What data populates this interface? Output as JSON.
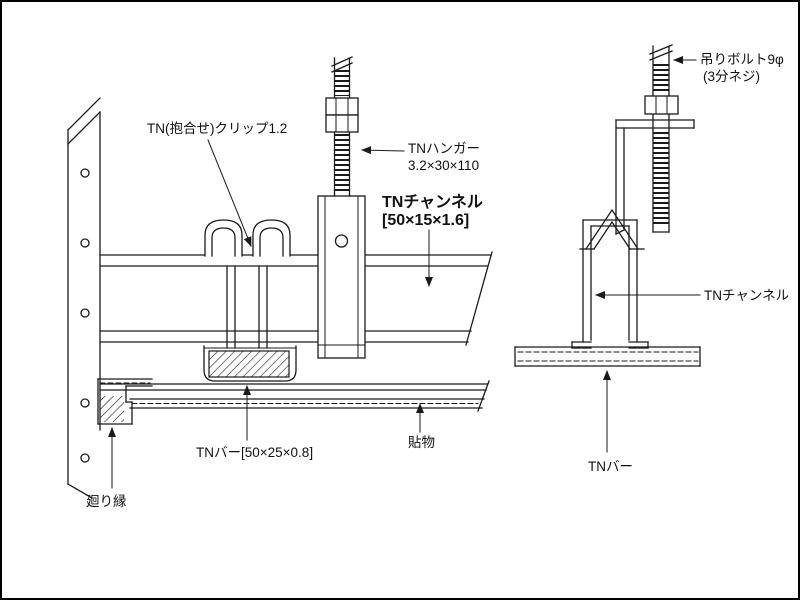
{
  "diagram": {
    "type": "technical-drawing",
    "subject": "TN ceiling channel suspension detail",
    "background": "#ffffff",
    "line_color": "#1a1a1a",
    "labels": {
      "clip": "TN(抱合せ)クリップ1.2",
      "hanger_name": "TNハンガー",
      "hanger_size": "3.2×30×110",
      "channel_name": "TNチャンネル",
      "channel_size": "[50×15×1.6]",
      "bolt_name": "吊りボルト9φ",
      "bolt_thread": "(3分ネジ)",
      "channel_right": "TNチャンネル",
      "bar_left": "TNバー[50×25×0.8]",
      "board": "貼物",
      "bar_right": "TNバー",
      "molding": "廻り縁"
    }
  }
}
